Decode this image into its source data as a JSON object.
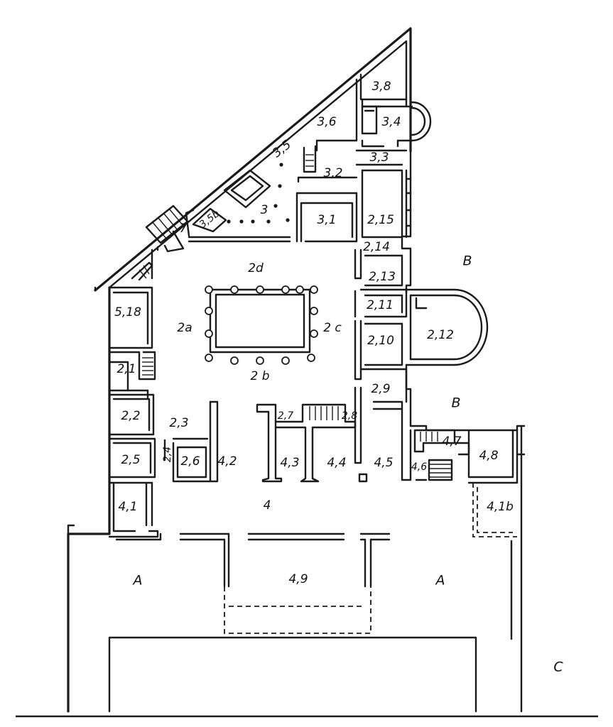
{
  "plan": {
    "rooms": {
      "r3_8": "3,8",
      "r3_4": "3,4",
      "r3_6": "3,6",
      "r3_5": "3,5",
      "r3_3": "3,3",
      "r3_2": "3,2",
      "r3": "3",
      "r3_5b": "3,5b",
      "r7": "7",
      "r3_1": "3,1",
      "r2_15": "2,15",
      "r2_14": "2,14",
      "r2d": "2d",
      "r5_18": "5,18",
      "r2_13": "2,13",
      "r2_11": "2,11",
      "r2a": "2a",
      "r2c": "2 c",
      "r2_12": "2,12",
      "r2_10": "2,10",
      "r2_1": "2,1",
      "r2b": "2 b",
      "r2_9": "2,9",
      "r2_2": "2,2",
      "r2_3": "2,3",
      "r2_7": "2,7",
      "r2_8": "2,8",
      "r2_4": "2,4",
      "r4_7": "4,7",
      "r2_5": "2,5",
      "r2_6": "2,6",
      "r4_2": "4,2",
      "r4_3": "4,3",
      "r4_4": "4,4",
      "r4_5": "4,5",
      "r4_6": "4,6",
      "r4_8": "4,8",
      "r4_1": "4,1",
      "r4": "4",
      "r4_1b": "4,1b",
      "r4_9": "4,9"
    },
    "areas": {
      "b_top": "B",
      "b_mid": "B",
      "a_left": "A",
      "a_right": "A",
      "c": "C"
    }
  }
}
